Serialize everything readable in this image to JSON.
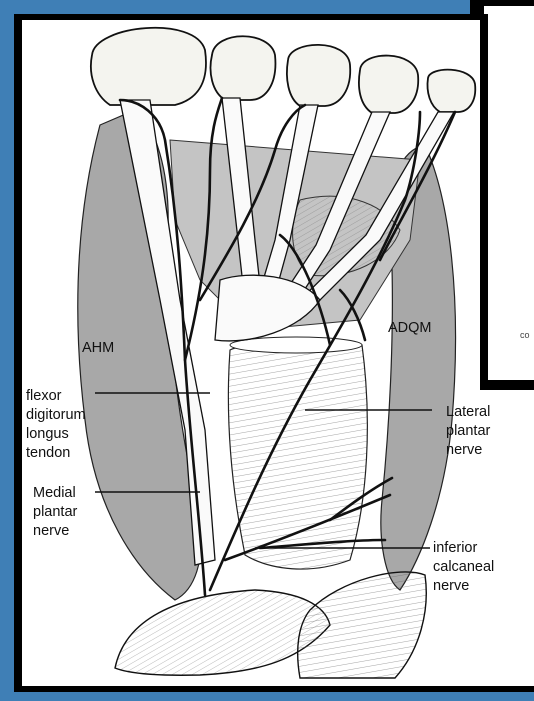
{
  "labels": {
    "ahm": "AHM",
    "adqm": "ADQM",
    "flexor": [
      "flexor",
      "digitorum",
      "longus",
      "tendon"
    ],
    "medial": [
      "Medial",
      "plantar",
      "nerve"
    ],
    "lateral": [
      "Lateral",
      "plantar",
      "nerve"
    ],
    "inferior": [
      "inferior",
      "calcaneal",
      "nerve"
    ],
    "fragment": "co"
  },
  "colors": {
    "background": "#3f7fb6",
    "muscle": "#a8a8a8",
    "nerve": "#111111",
    "frame": "#000000"
  }
}
